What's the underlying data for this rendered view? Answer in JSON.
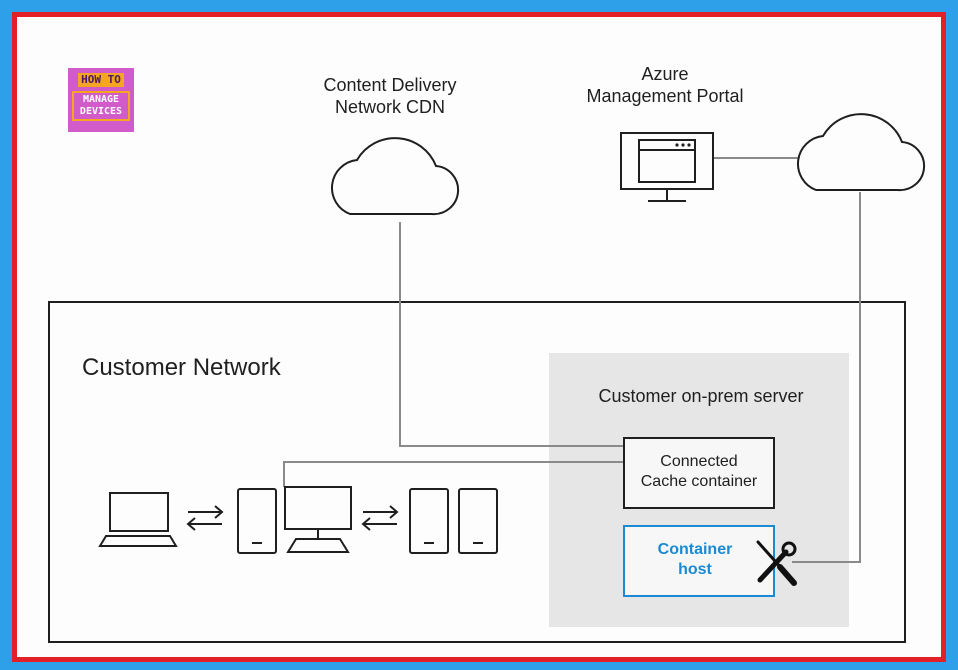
{
  "logo": {
    "line1": "HOW TO",
    "line2": "MANAGE\nDEVICES"
  },
  "labels": {
    "cdn": "Content Delivery\nNetwork CDN",
    "azure": "Azure\nManagement Portal",
    "customer_network": "Customer Network",
    "onprem_server": "Customer on-prem server",
    "connected_cache": "Connected\nCache container",
    "container_host": "Container\nhost"
  },
  "colors": {
    "frame": "#e12028",
    "background": "#2ea0ea",
    "host_accent": "#1a8ad4",
    "server_fill": "#e6e6e6",
    "stroke": "#1f1f1f",
    "connector": "#8a8a8a"
  },
  "icons": [
    "cloud-icon",
    "monitor-icon",
    "laptop-icon",
    "server-tower-icon",
    "desktop-icon",
    "bidirectional-arrows-icon",
    "tools-icon"
  ]
}
